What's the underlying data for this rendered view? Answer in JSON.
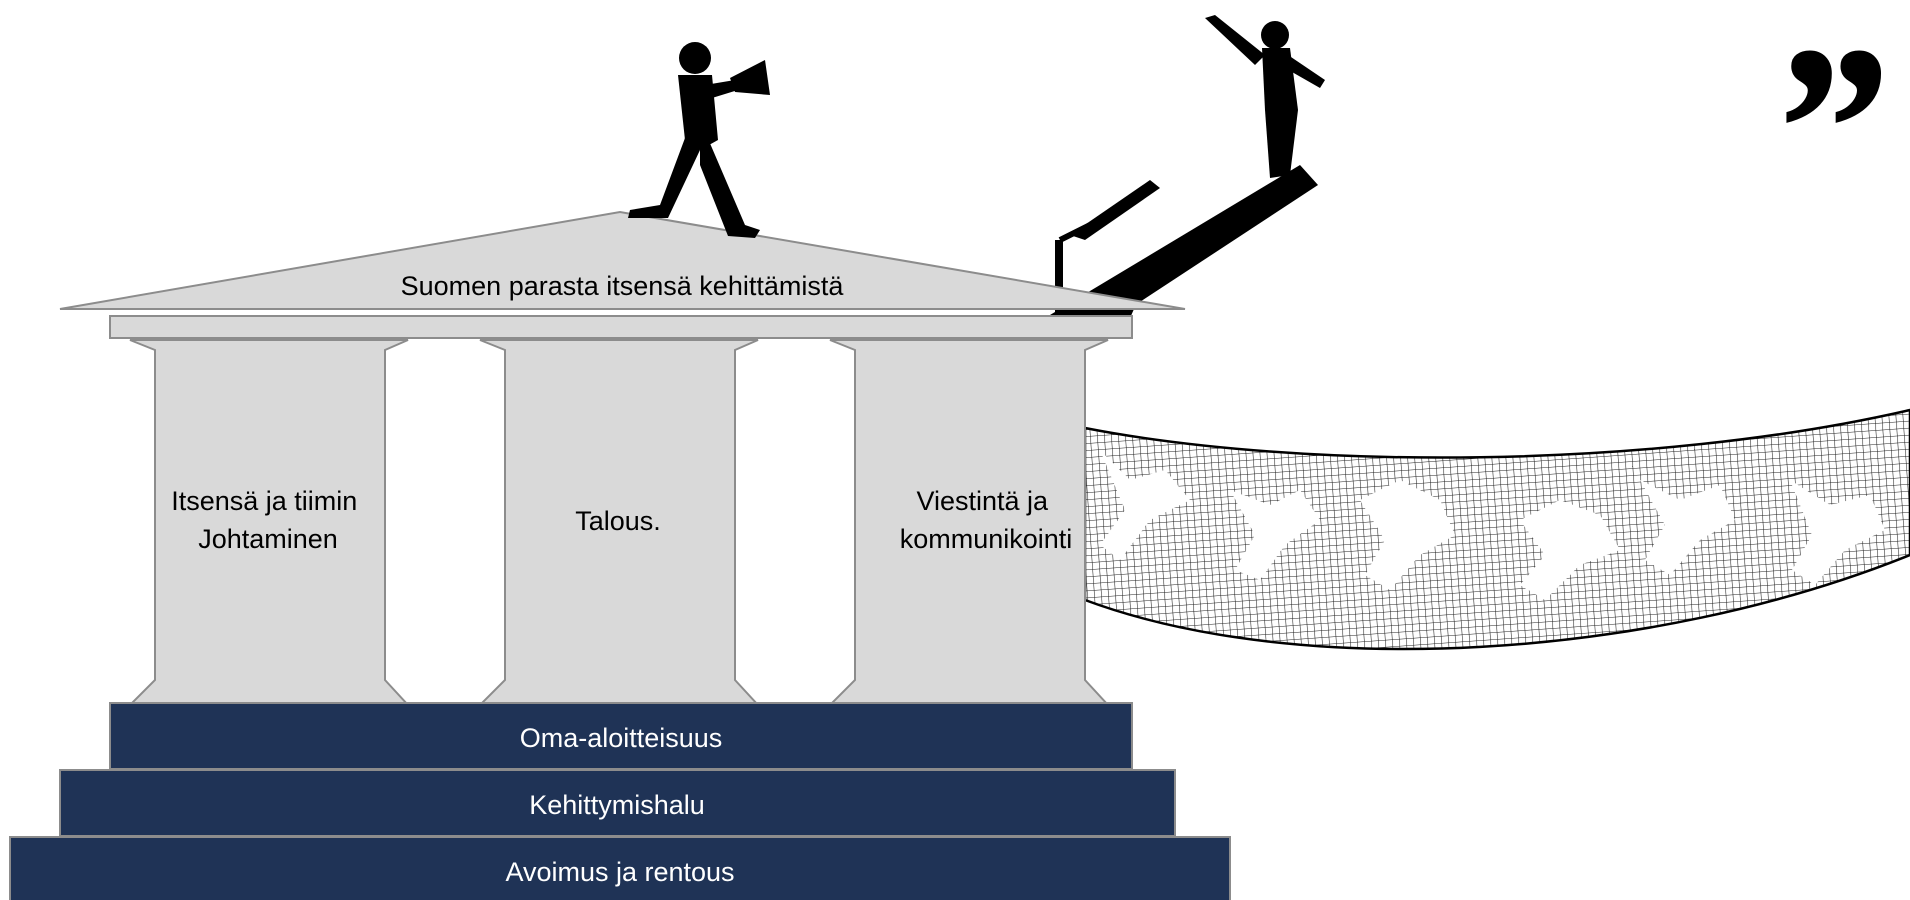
{
  "roof": {
    "label": "Suomen parasta itsensä kehittämistä"
  },
  "pillars": [
    {
      "lines": [
        "Itsensä ja tiimin",
        "Johtaminen"
      ]
    },
    {
      "lines": [
        "Talous."
      ]
    },
    {
      "lines": [
        "Viestintä ja",
        "kommunikointi"
      ]
    }
  ],
  "steps": [
    {
      "label": "Oma-aloitteisuus"
    },
    {
      "label": "Kehittymishalu"
    },
    {
      "label": "Avoimus ja rentous"
    }
  ],
  "quote_mark": "”",
  "colors": {
    "stone": "#d9d9d9",
    "stone_edge": "#8c8c8c",
    "step": "#1f3356",
    "step_text": "#ffffff",
    "silhouette": "#000000"
  },
  "icons": [
    "megaphone-person-silhouette",
    "diving-board-person-silhouette",
    "safety-net-falling-people",
    "quote-mark"
  ]
}
